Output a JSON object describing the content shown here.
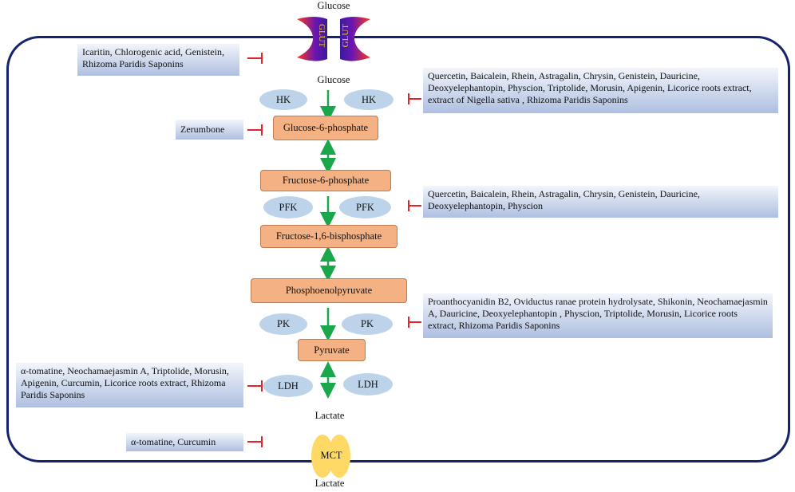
{
  "transport": {
    "glucose_outside": "Glucose",
    "glucose_inside": "Glucose",
    "glut_label": "GLUT",
    "mct_label": "MCT",
    "lactate_inside": "Lactate",
    "lactate_outside": "Lactate"
  },
  "metabolites": {
    "g6p": "Glucose-6-phosphate",
    "f6p": "Fructose-6-phosphate",
    "f16bp": "Fructose-1,6-bisphosphate",
    "pep": "Phosphoenolpyruvate",
    "pyruvate": "Pyruvate"
  },
  "enzymes": {
    "hk": "HK",
    "pfk": "PFK",
    "pk": "PK",
    "ldh": "LDH"
  },
  "inhibitors": {
    "glut": "Icaritin, Chlorogenic acid, Genistein, Rhizoma Paridis Saponins",
    "hk": "Quercetin, Baicalein, Rhein, Astragalin, Chrysin, Genistein, Dauricine, Deoxyelephantopin, Physcion, Triptolide, Morusin, Apigenin, Licorice roots extract, extract of Nigella sativa , Rhizoma Paridis Saponins",
    "g6p": "Zerumbone",
    "pfk": "Quercetin, Baicalein, Rhein, Astragalin, Chrysin, Genistein, Dauricine, Deoxyelephantopin, Physcion",
    "pk": "Proanthocyanidin B2, Oviductus ranae protein hydrolysate, Shikonin, Neochamaejasmin A, Dauricine, Deoxyelephantopin , Physcion, Triptolide, Morusin, Licorice roots extract, Rhizoma Paridis Saponins",
    "ldh": "α-tomatine, Neochamaejasmin A, Triptolide, Morusin, Apigenin, Curcumin, Licorice roots extract, Rhizoma Paridis Saponins",
    "mct": "α-tomatine, Curcumin"
  },
  "colors": {
    "membrane": "#14236a",
    "metabolite": "#f4b183",
    "enzyme": "#bdd3ea",
    "arrow": "#1aa64a",
    "inhibit": "#e0262b",
    "mct": "#ffd966"
  }
}
